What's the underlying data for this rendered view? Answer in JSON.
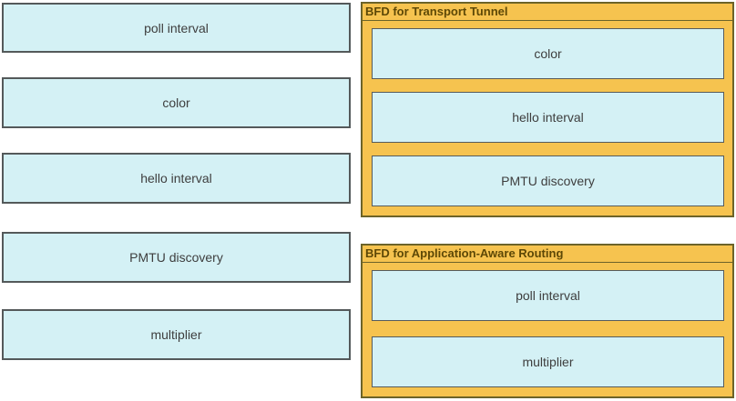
{
  "left_options": [
    {
      "label": "poll interval"
    },
    {
      "label": "color"
    },
    {
      "label": "hello interval"
    },
    {
      "label": "PMTU discovery"
    },
    {
      "label": "multiplier"
    }
  ],
  "groups": [
    {
      "title": "BFD for Transport Tunnel",
      "slots": [
        "color",
        "hello interval",
        "PMTU discovery"
      ]
    },
    {
      "title": "BFD for Application-Aware Routing",
      "slots": [
        "poll interval",
        "multiplier"
      ]
    }
  ],
  "colors": {
    "option_fill": "#d4f1f5",
    "option_border": "#54595a",
    "panel_fill": "#f6c34f",
    "panel_border": "#6c6329",
    "header_text": "#5d4806",
    "label_text": "#3e3e3e",
    "background": "#ffffff"
  }
}
